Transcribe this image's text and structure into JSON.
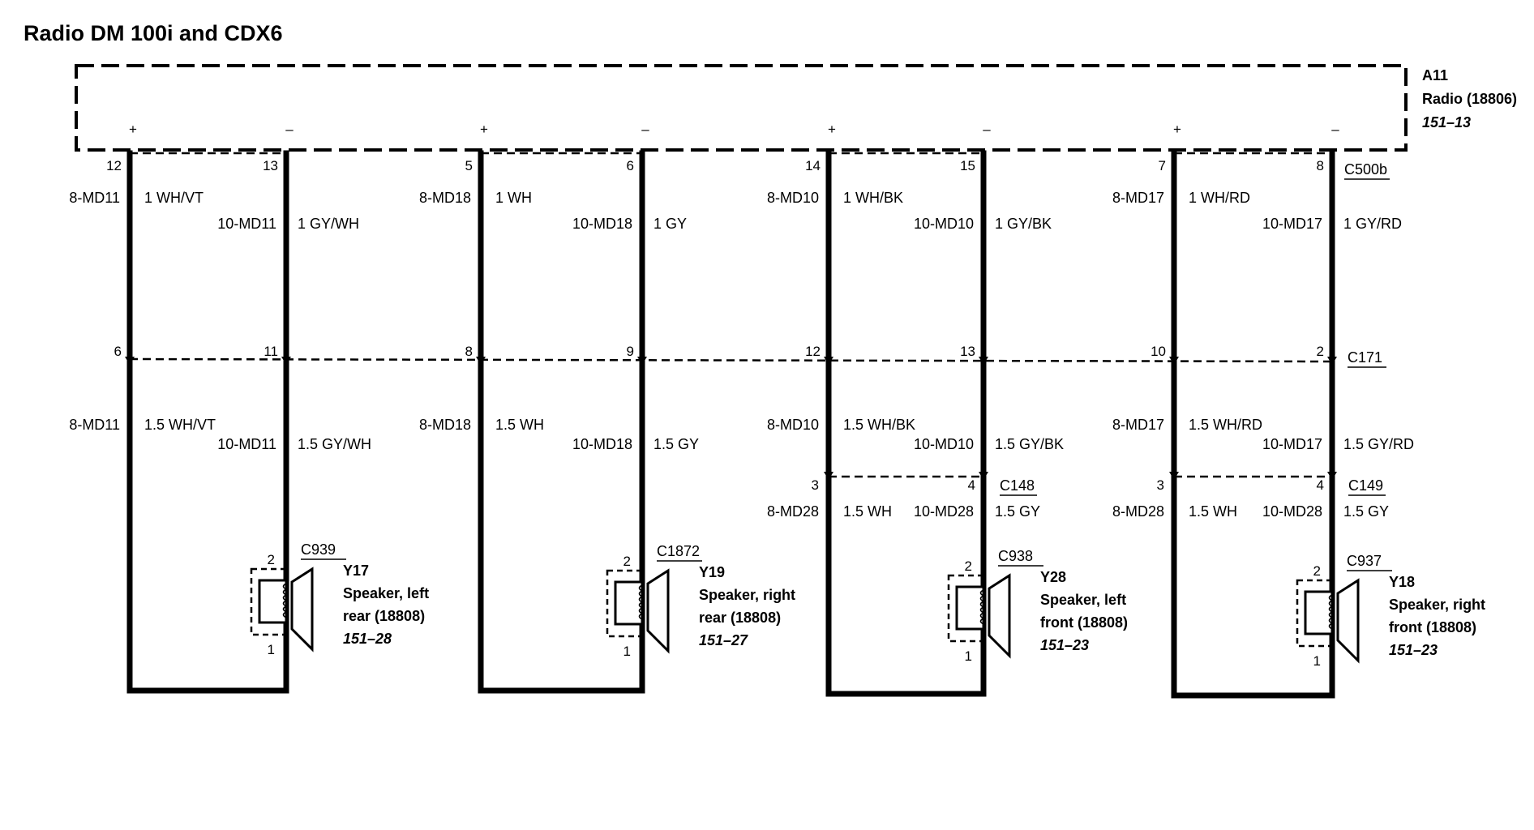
{
  "title": "Radio DM 100i and CDX6",
  "module": {
    "id": "A11",
    "name": "Radio (18806)",
    "page": "151–13",
    "connector": "C500b",
    "plus": "+",
    "minus": "–"
  },
  "mid_connector": "C171",
  "groups": [
    {
      "top": {
        "plus_pin": "12",
        "minus_pin": "13",
        "plus_circuit": "8-MD11",
        "plus_wire": "1 WH/VT",
        "minus_circuit": "10-MD11",
        "minus_wire": "1 GY/WH"
      },
      "mid": {
        "plus_pin": "6",
        "minus_pin": "11"
      },
      "low": {
        "plus_circuit": "8-MD11",
        "plus_wire": "1.5 WH/VT",
        "minus_circuit": "10-MD11",
        "minus_wire": "1.5 GY/WH"
      },
      "inline": null,
      "speaker": {
        "connector": "C939",
        "id": "Y17",
        "name1": "Speaker, left",
        "name2": "rear (18808)",
        "page": "151–28",
        "pin_top": "2",
        "pin_bottom": "1"
      }
    },
    {
      "top": {
        "plus_pin": "5",
        "minus_pin": "6",
        "plus_circuit": "8-MD18",
        "plus_wire": "1 WH",
        "minus_circuit": "10-MD18",
        "minus_wire": "1 GY"
      },
      "mid": {
        "plus_pin": "8",
        "minus_pin": "9"
      },
      "low": {
        "plus_circuit": "8-MD18",
        "plus_wire": "1.5 WH",
        "minus_circuit": "10-MD18",
        "minus_wire": "1.5 GY"
      },
      "inline": null,
      "speaker": {
        "connector": "C1872",
        "id": "Y19",
        "name1": "Speaker, right",
        "name2": "rear (18808)",
        "page": "151–27",
        "pin_top": "2",
        "pin_bottom": "1"
      }
    },
    {
      "top": {
        "plus_pin": "14",
        "minus_pin": "15",
        "plus_circuit": "8-MD10",
        "plus_wire": "1 WH/BK",
        "minus_circuit": "10-MD10",
        "minus_wire": "1 GY/BK"
      },
      "mid": {
        "plus_pin": "12",
        "minus_pin": "13"
      },
      "low": {
        "plus_circuit": "8-MD10",
        "plus_wire": "1.5 WH/BK",
        "minus_circuit": "10-MD10",
        "minus_wire": "1.5 GY/BK"
      },
      "inline": {
        "connector": "C148",
        "plus_pin": "3",
        "minus_pin": "4",
        "plus_circuit": "8-MD28",
        "plus_wire": "1.5 WH",
        "minus_circuit": "10-MD28",
        "minus_wire": "1.5 GY"
      },
      "speaker": {
        "connector": "C938",
        "id": "Y28",
        "name1": "Speaker, left",
        "name2": "front (18808)",
        "page": "151–23",
        "pin_top": "2",
        "pin_bottom": "1"
      }
    },
    {
      "top": {
        "plus_pin": "7",
        "minus_pin": "8",
        "plus_circuit": "8-MD17",
        "plus_wire": "1 WH/RD",
        "minus_circuit": "10-MD17",
        "minus_wire": "1 GY/RD"
      },
      "mid": {
        "plus_pin": "10",
        "minus_pin": "2"
      },
      "low": {
        "plus_circuit": "8-MD17",
        "plus_wire": "1.5 WH/RD",
        "minus_circuit": "10-MD17",
        "minus_wire": "1.5 GY/RD"
      },
      "inline": {
        "connector": "C149",
        "plus_pin": "3",
        "minus_pin": "4",
        "plus_circuit": "8-MD28",
        "plus_wire": "1.5 WH",
        "minus_circuit": "10-MD28",
        "minus_wire": "1.5 GY"
      },
      "speaker": {
        "connector": "C937",
        "id": "Y18",
        "name1": "Speaker, right",
        "name2": "front (18808)",
        "page": "151–23",
        "pin_top": "2",
        "pin_bottom": "1"
      }
    }
  ]
}
